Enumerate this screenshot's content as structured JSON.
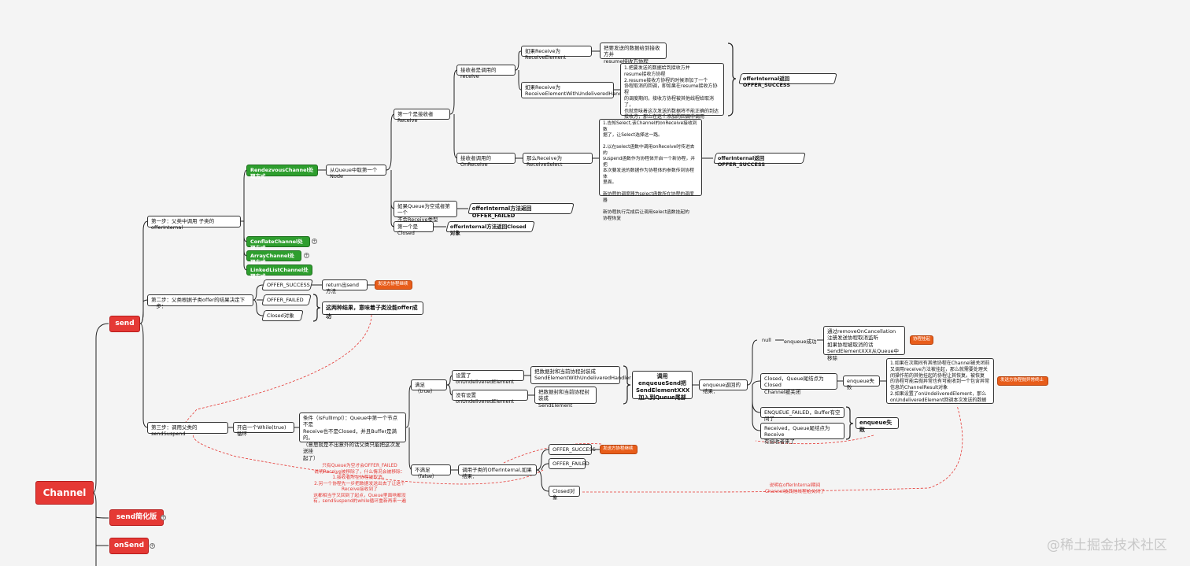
{
  "root": "Channel",
  "left": {
    "send": "send",
    "send_simple": "send简化版",
    "onSend": "onSend"
  },
  "step1": {
    "label": "第一步：父类中调用 子类的offerInternal",
    "rendezvous": "RendezvousChannel处理方式",
    "conflate": "ConflateChannel处理方式",
    "array": "ArrayChannel处理方式",
    "linkedlist": "LinkedListChannel处理方式",
    "take_first": "从Queue中取第一个Node",
    "first_is_receive": "第一个是接收者Receive",
    "queue_empty": "如果Queue为空或者第一个\n不会Receive类型",
    "offer_failed_note": "offerInternal方法返回 OFFER_FAILED",
    "first_closed": "第一个是Closed",
    "closed_note": "offerInternal方法返回Closed对象",
    "receiver_calls_receive": "接收者是调用的receive",
    "if_receive_element": "如果Receive为ReceiveElement",
    "receive_element_desc": "把要发送的数据给到接收方并\nresume接收方协程",
    "if_receive_undelivered": "如果Receive为\nReceiveElementWithUndeliveredHandle",
    "undelivered_desc": "1.把要发送的数据给到接收方并\nresume接收方协程\n2.resume接收方协程的时候添加了一个\n协程取消的回调，即如果在resume接收方协程\n的调度期间，接收方协程被其他线程给取消了，\n也就意味着这次发送的数据将不能正确的到达\n接收方，那么在这个添加的回调中调用\nOnUndeliveredElement这个回调。",
    "offer_success_1": "offerInternal返回 OFFER_SUCCESS",
    "receiver_calls_onreceive": "接收者调用的OnReceive",
    "receive_is_select": "那么Receive为ReceiveSelect",
    "select_desc": "1.告知Select,该Channel的onReceive接收到数\n据了，让Select选择这一路。\n\n2.以在select函数中调用onReceive时传进去的\nsuspend函数作为协程体开启一个新协程，并把\n本次要发送的数据作为协程体的参数传到协程体\n里面。\n\n新协程的调度器为select函数所在协程的调度器\n\n新协程执行完成后让调用select函数挂起的\n协程恢复",
    "offer_success_2": "offerInternal返回 OFFER_SUCCESS"
  },
  "step2": {
    "label": "第二步：父类根据子类offer的结果决定下一步：",
    "offer_success": "OFFER_SUCCESS",
    "offer_failed": "OFFER_FAILED",
    "closed": "Closed对象",
    "return_send": "return出send方法",
    "send_done": "发送方协程继续",
    "two_results": "这两种结果，意味着子类没能offer成功"
  },
  "step3": {
    "label": "第三步：调用父类的sendSuspend",
    "while_loop": "开启一个While(true)循环",
    "condition": "条件（isFullImpl）：Queue中第一个节点不是\nReceive也不是Closed，并且Buffer是满的。\n（意思就是不出意外的话父类只能把这次发送挂\n起了）",
    "true_branch": "满足（true）",
    "false_branch": "不满足（false）",
    "set_undelivered": "设置了onUndeliveredElement",
    "wrap_undelivered": "把数据封和当前协程封装成\nSendElementWithUndeliveredHandler",
    "no_undelivered": "没有设置onUndeliveredElement",
    "wrap_element": "把数据封和当前协程封装成\nSendElement",
    "enqueue_title": "调用enqueueSend把\nSendElementXXX\n加入到Queue尾部",
    "enqueue_result": "enqueue返回的结果：",
    "null_label": "null",
    "enqueue_success": "enqueue成功",
    "success_desc": "通过removeOnCancellation\n注册发送协程取消监听\n如果协程被取消的话\nSendElementXXX从Queue中移除",
    "suspended": "协程挂起",
    "closed_tail": "Closed，Queue尾结点为Closed\nChannel被关闭",
    "enqueue_fail": "enqueue失败",
    "closed_desc": "1.如果在次期间有其他协程在Channel被关闭前\n又调用receive方法被挂起，那么就需要处理关\n闭操作前的其他挂起的协程让其恢复。被恢复\n的协程可能会抛异常也有可能收到一个包含异常\n信息的ChannelResult对象\n2.如果设置了onUndeliveredElement，那么\nonUndeliveredElement回调本次发送的数据",
    "resume_exception": "发送方协程抛异常终止",
    "enqueue_failed_buffer": "ENQUEUE_FAILED，Buffer有空间了",
    "receive_tail": "Received，Queue尾结点为Receive\n有接收者来了",
    "enqueue_fail_2": "enqueue失败",
    "call_offer": "调用子类的OfferInternal,如果结果：",
    "r_success": "OFFER_SUCCESS",
    "r_success_tag": "发送方协程继续",
    "r_failed": "OFFER_FAILED",
    "r_closed": "Closed对象"
  },
  "notes": {
    "left_note": "只有Queue为空才会OFFER_FAILED\n说明Receive被移除了，什么情况会被移除：\n1.接收者所在协程被取消。\n2.另一个协程先一步把数据发送出去了让这个\nReceive接收到了\n这都相当于又回到了起点，Queue里面啥都没\n有，sendSuspend的while循环重新再来一遍",
    "right_note": "说明在offerInternal期间\nChannel被其他线程给关闭了"
  },
  "watermark": "@稀土掘金技术社区"
}
